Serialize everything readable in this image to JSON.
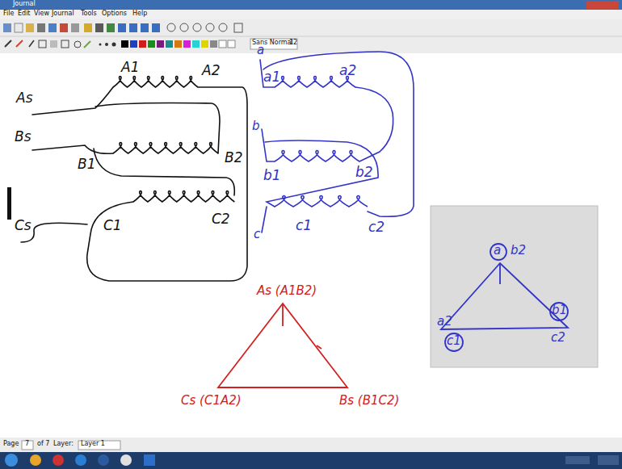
{
  "diagram": {
    "labels": [
      "Journal",
      "File",
      "Edit",
      "View",
      "Journal",
      "Tools",
      "Options",
      "Help",
      "Sans Normal",
      "12",
      "Page",
      "7",
      "of 7",
      "Layer:",
      "Layer 1",
      "A1",
      "A2",
      "As",
      "Bs",
      "B1",
      "B2",
      "Cs",
      "C1",
      "C2",
      "a",
      "a1",
      "a2",
      "b",
      "b1",
      "b2",
      "c",
      "c1",
      "c2",
      "As (A1B2)",
      "Bs (B1C2)",
      "Cs (C1A2)",
      "a",
      "b2",
      "a2",
      "c1",
      "c2",
      "b1"
    ]
  }
}
